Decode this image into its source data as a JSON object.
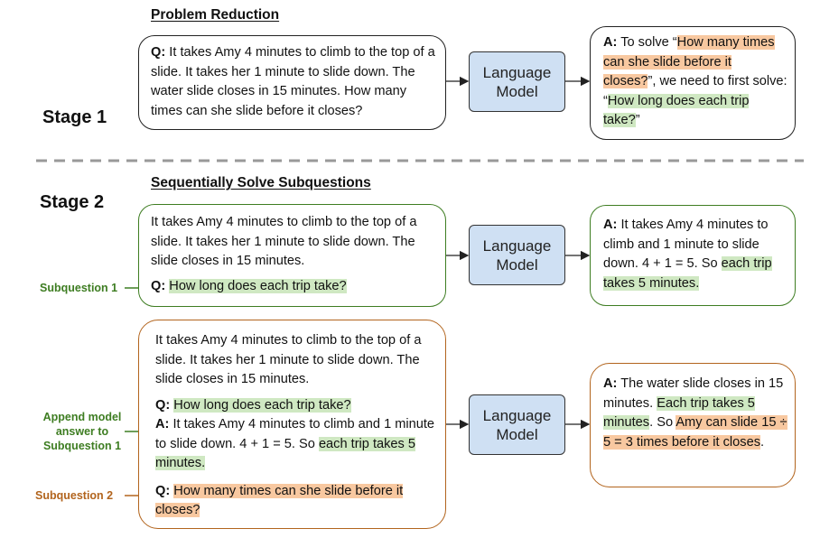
{
  "stage1": {
    "label": "Stage 1",
    "heading": "Problem Reduction",
    "question": {
      "prefix": "Q:",
      "text": "It takes Amy 4 minutes to climb to the top of a slide. It takes her 1 minute to slide down. The water slide closes in 15 minutes. How many times can she slide before it closes?"
    },
    "model_label": "Language Model",
    "answer": {
      "prefix": "A:",
      "part1": "To solve “",
      "hl1": "How many times can she slide before it closes?",
      "part2": "”, we need to first solve: “",
      "hl2": "How long does each trip take?",
      "part3": "”"
    }
  },
  "stage2": {
    "label": "Stage 2",
    "heading": "Sequentially Solve Subquestions",
    "sub1": {
      "side_label": "Subquestion 1",
      "context": "It takes Amy 4 minutes to climb to the top of a slide. It takes her 1 minute to slide down. The slide closes in 15 minutes.",
      "q_prefix": "Q:",
      "q_hl": "How long does each trip take?",
      "model_label": "Language Model",
      "answer": {
        "prefix": "A:",
        "part1": "It takes Amy 4 minutes to climb and 1 minute to slide down. 4 + 1 = 5. So",
        "hl": "each trip takes 5 minutes."
      }
    },
    "sub2": {
      "side_label_append": "Append model answer to Subquestion 1",
      "side_label": "Subquestion 2",
      "context": "It takes Amy 4 minutes to climb to the top of a slide. It takes her 1 minute to slide down. The slide closes in 15 minutes.",
      "q1_prefix": "Q:",
      "q1_hl": "How long does each trip take?",
      "a1_prefix": "A:",
      "a1_part": "It takes Amy 4 minutes to climb and 1 minute to slide down. 4 + 1 = 5. So",
      "a1_hl": "each trip takes 5 minutes.",
      "q2_prefix": "Q:",
      "q2_hl": "How many times can she slide before it closes?",
      "model_label": "Language Model",
      "answer": {
        "prefix": "A:",
        "part1": "The water slide closes in 15 minutes.",
        "hl_g": "Each trip takes 5 minutes",
        "part2": ". So",
        "hl_o": "Amy can slide 15 ÷ 5 = 3 times before it closes",
        "part3": "."
      }
    }
  },
  "colors": {
    "green": "#3e7d22",
    "orange": "#b2641d",
    "highlight_green": "#cfe8c2",
    "highlight_orange": "#f8c8a0",
    "model_fill": "#cfe0f3"
  }
}
